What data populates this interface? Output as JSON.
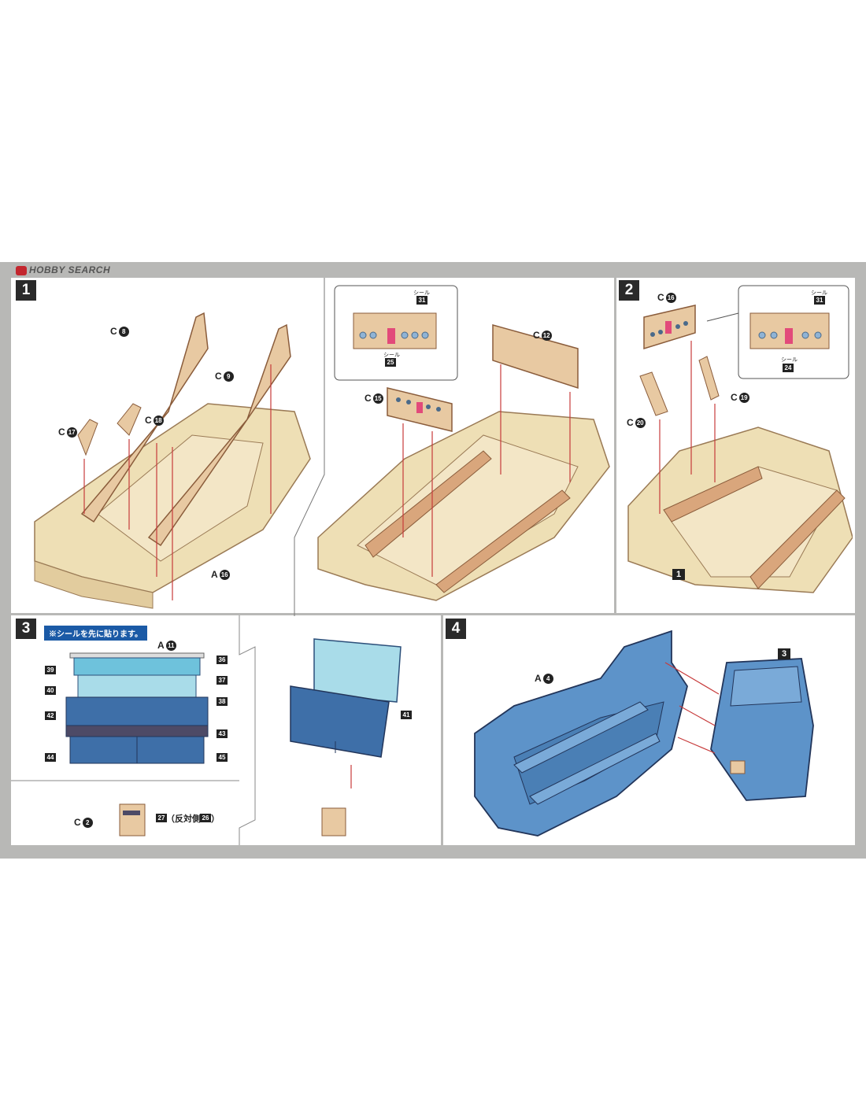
{
  "brand": {
    "name": "HOBBY SEARCH"
  },
  "colors": {
    "wood": "#e8c9a2",
    "wood_dark": "#b07d57",
    "deck": "#eedfb5",
    "hull_blue": "#5d93c9",
    "hull_dark": "#2c4f7a",
    "seal_pink": "#e24a7a",
    "note_blue": "#1b5aa6",
    "arrow": "#c73b3b"
  },
  "steps": [
    {
      "num": "1",
      "parts": [
        "C",
        "8",
        "C",
        "9",
        "C",
        "17",
        "C",
        "18",
        "A",
        "16"
      ]
    },
    {
      "num": "2",
      "parts": [
        "C",
        "16",
        "C",
        "19",
        "C",
        "20"
      ],
      "ref": "1"
    },
    {
      "num": "3",
      "note": "※シールを先に貼ります。",
      "part_top": "A",
      "part_top_num": "11",
      "part_bottom": "C",
      "part_bottom_num": "2",
      "opposite_side": "（反対側",
      "close_paren": "）"
    },
    {
      "num": "4",
      "part": "A",
      "part_num": "4",
      "ref": "3"
    }
  ],
  "step1b": {
    "parts": [
      "C",
      "12",
      "C",
      "15"
    ],
    "callout_seals": [
      "31",
      "25"
    ]
  },
  "step2_callout_seals": [
    "31",
    "24"
  ],
  "seal_word": "シール",
  "step3_seals": {
    "left_right": [
      "36",
      "37",
      "38",
      "43",
      "45"
    ],
    "left_left": [
      "39",
      "40",
      "42",
      "44"
    ],
    "right": "41",
    "c2": [
      "27",
      "26"
    ]
  }
}
